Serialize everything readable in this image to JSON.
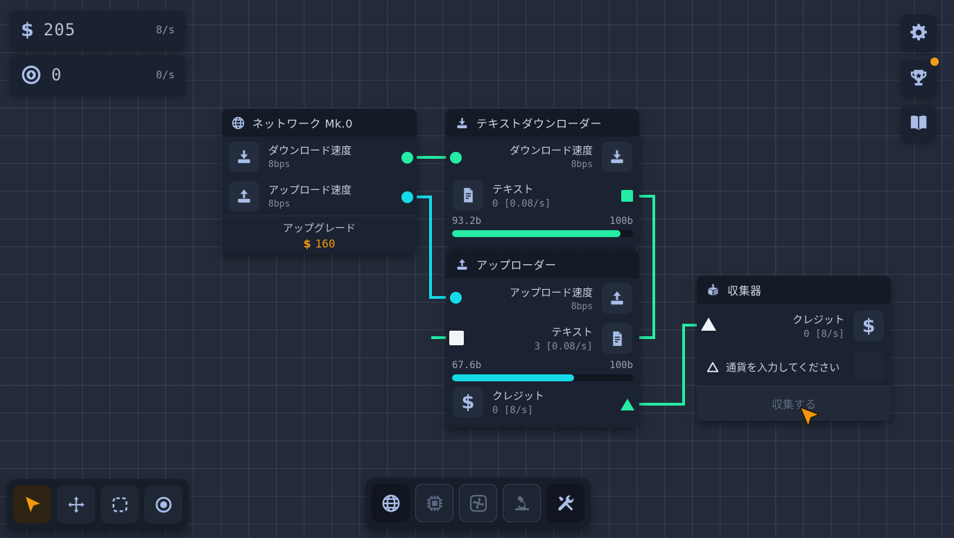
{
  "hud": {
    "money": {
      "symbol": "$",
      "value": "205",
      "rate": "8/s"
    },
    "points": {
      "value": "0",
      "rate": "0/s"
    }
  },
  "nodes": {
    "network": {
      "title": "ネットワーク Mk.0",
      "download_label": "ダウンロード速度",
      "download_value": "8bps",
      "upload_label": "アップロード速度",
      "upload_value": "8bps",
      "upgrade_label": "アップグレード",
      "upgrade_currency": "$",
      "upgrade_price": "160"
    },
    "downloader": {
      "title": "テキストダウンローダー",
      "speed_label": "ダウンロード速度",
      "speed_value": "8bps",
      "text_label": "テキスト",
      "text_value": "0 [0.08/s]",
      "progress_current": "93.2b",
      "progress_max": "100b",
      "progress_percent": 93.2
    },
    "uploader": {
      "title": "アップローダー",
      "speed_label": "アップロード速度",
      "speed_value": "8bps",
      "text_label": "テキスト",
      "text_value": "3 [0.08/s]",
      "progress_current": "67.6b",
      "progress_max": "100b",
      "progress_percent": 67.6,
      "credit_label": "クレジット",
      "credit_value": "0 [8/s]"
    },
    "collector": {
      "title": "収集器",
      "credit_label": "クレジット",
      "credit_value": "0 [8/s]",
      "hint": "通貨を入力してください",
      "collect_button": "収集する"
    }
  },
  "toolbar_left": {
    "tools": [
      "select-cursor",
      "move",
      "marquee-select",
      "circle-select"
    ],
    "selected": "select-cursor"
  },
  "toolbar_center": {
    "categories": [
      "network",
      "hardware",
      "engine",
      "research",
      "tools"
    ],
    "active": [
      "network",
      "tools"
    ],
    "locked": [
      "hardware",
      "engine",
      "research"
    ]
  },
  "side_menu": [
    "settings",
    "achievements",
    "guide"
  ],
  "colors": {
    "accent": "#a9bde8",
    "green": "#25eba5",
    "cyan": "#15dbe8",
    "orange": "#f2970f",
    "port_white": "#f2f5f8",
    "background": "#232b3a"
  }
}
